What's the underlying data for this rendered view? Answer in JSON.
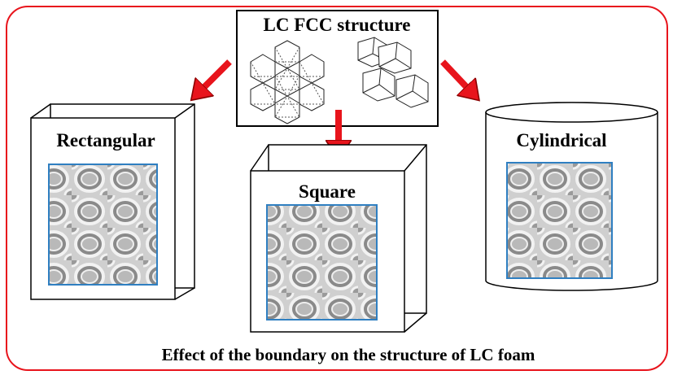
{
  "top_box": {
    "title": "LC FCC structure"
  },
  "containers": [
    {
      "label": "Rectangular"
    },
    {
      "label": "Square"
    },
    {
      "label": "Cylindrical"
    }
  ],
  "caption": "Effect of the boundary on the structure of LC foam",
  "colors": {
    "frame": "#e8141c",
    "arrow": "#e8141c",
    "image_border": "#2f7fc1"
  }
}
